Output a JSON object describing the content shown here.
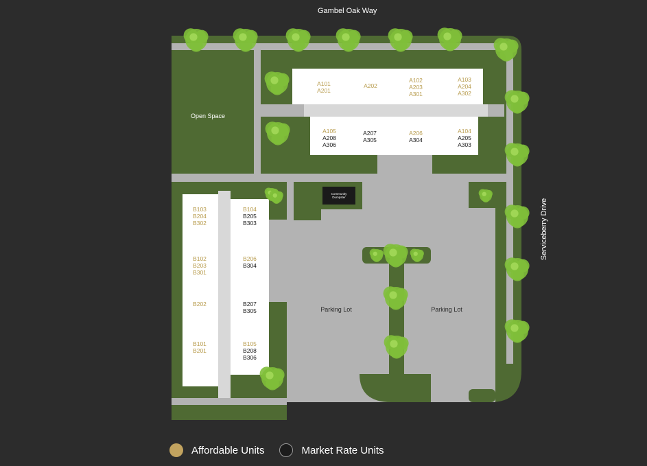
{
  "streets": {
    "top": "Gambel Oak Way",
    "right": "Serviceberry Drive"
  },
  "areas": {
    "open_space": "Open Space",
    "parking_left": "Parking Lot",
    "parking_right": "Parking Lot",
    "dumpster": "Community\nDumpster"
  },
  "building_a": {
    "north": [
      {
        "label": "A101\nA201",
        "type": "affordable"
      },
      {
        "label": "A202",
        "type": "affordable"
      },
      {
        "label": "A102\nA203\nA301",
        "type": "affordable"
      },
      {
        "label": "A103\nA204\nA302",
        "type": "affordable"
      }
    ],
    "south": [
      {
        "label": "A105\nA208\nA306",
        "mixed": [
          {
            "t": "A105",
            "type": "affordable"
          },
          {
            "t": "A208",
            "type": "market"
          },
          {
            "t": "A306",
            "type": "market"
          }
        ]
      },
      {
        "label": "A207\nA305",
        "mixed": [
          {
            "t": "A207",
            "type": "market"
          },
          {
            "t": "A305",
            "type": "market"
          }
        ]
      },
      {
        "label": "A206\nA304",
        "mixed": [
          {
            "t": "A206",
            "type": "affordable"
          },
          {
            "t": "A304",
            "type": "market"
          }
        ]
      },
      {
        "label": "A104\nA205\nA303",
        "mixed": [
          {
            "t": "A104",
            "type": "affordable"
          },
          {
            "t": "A205",
            "type": "market"
          },
          {
            "t": "A303",
            "type": "market"
          }
        ]
      }
    ]
  },
  "building_b": {
    "west": [
      {
        "label": "B103\nB204\nB302",
        "type": "affordable"
      },
      {
        "label": "B102\nB203\nB301",
        "type": "affordable"
      },
      {
        "label": "B202",
        "type": "affordable"
      },
      {
        "label": "B101\nB201",
        "type": "affordable"
      }
    ],
    "east": [
      {
        "mixed": [
          {
            "t": "B104",
            "type": "affordable"
          },
          {
            "t": "B205",
            "type": "market"
          },
          {
            "t": "B303",
            "type": "market"
          }
        ]
      },
      {
        "mixed": [
          {
            "t": "B206",
            "type": "affordable"
          },
          {
            "t": "B304",
            "type": "market"
          }
        ]
      },
      {
        "mixed": [
          {
            "t": "B207",
            "type": "market"
          },
          {
            "t": "B305",
            "type": "market"
          }
        ]
      },
      {
        "mixed": [
          {
            "t": "B105",
            "type": "affordable"
          },
          {
            "t": "B208",
            "type": "market"
          },
          {
            "t": "B306",
            "type": "market"
          }
        ]
      }
    ]
  },
  "legend": {
    "affordable": "Affordable Units",
    "market": "Market Rate Units"
  },
  "colors": {
    "background": "#2c2c2c",
    "grass": "#4f6a33",
    "pavement": "#b3b3b3",
    "building": "#ffffff",
    "affordable": "#b89c4e",
    "market": "#1a1a1a",
    "tree": "#7fbf3a"
  }
}
